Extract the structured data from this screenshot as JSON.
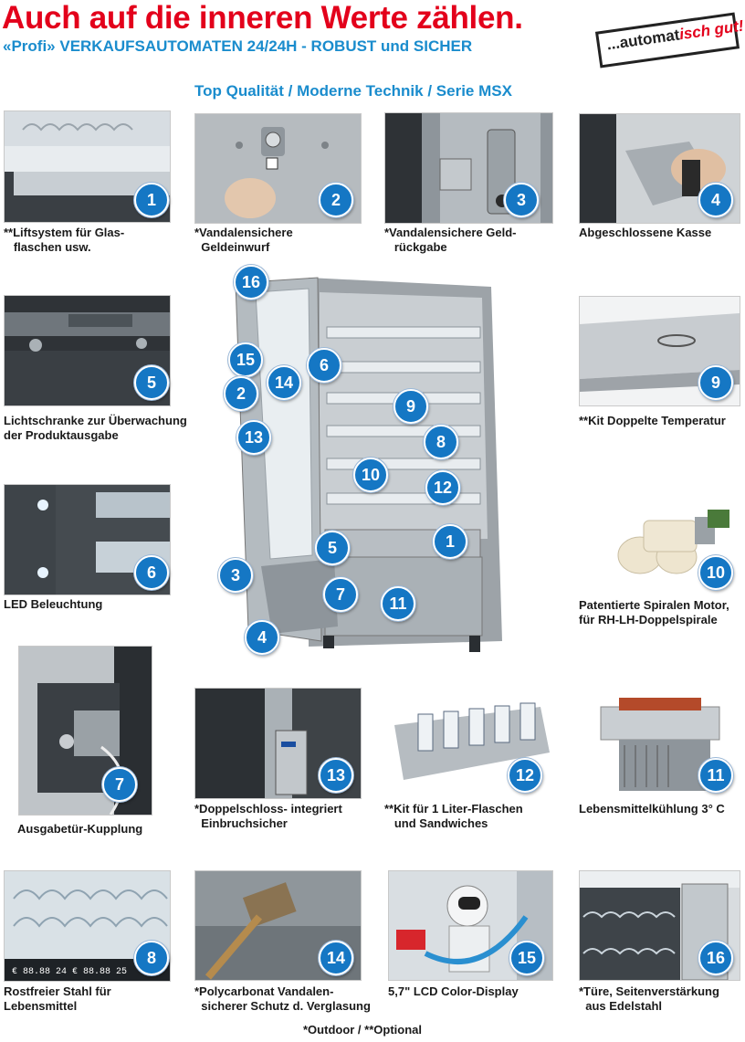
{
  "header": {
    "title": "Auch auf die inneren Werte zählen.",
    "subtitle": "«Profi» VERKAUFSAUTOMATEN 24/24H - ROBUST und SICHER",
    "tagline": "Top Qualität / Moderne Technik / Serie MSX"
  },
  "logo": {
    "prefix": "...automat",
    "suffix": "isch gut!"
  },
  "colors": {
    "brand_red": "#e3001b",
    "accent_blue": "#1a8ccd",
    "badge_blue": "#1577c4"
  },
  "features": [
    {
      "num": "1",
      "caption": "**Liftsystem für Glas-\n   flaschen usw."
    },
    {
      "num": "2",
      "caption": "*Vandalensichere\n  Geldeinwurf"
    },
    {
      "num": "3",
      "caption": "*Vandalensichere Geld-\n   rückgabe"
    },
    {
      "num": "4",
      "caption": "Abgeschlossene Kasse"
    },
    {
      "num": "5",
      "caption": "Lichtschranke zur Überwachung\nder Produktausgabe"
    },
    {
      "num": "9",
      "caption": "**Kit Doppelte Temperatur"
    },
    {
      "num": "6",
      "caption": "LED Beleuchtung"
    },
    {
      "num": "10",
      "caption": "Patentierte Spiralen Motor,\nfür RH-LH-Doppelspirale"
    },
    {
      "num": "7",
      "caption": "Ausgabetür-Kupplung"
    },
    {
      "num": "13",
      "caption": "*Doppelschloss- integriert\n  Einbruchsicher"
    },
    {
      "num": "12",
      "caption": "**Kit für 1 Liter-Flaschen\n   und Sandwiches"
    },
    {
      "num": "11",
      "caption": "Lebensmittelkühlung 3° C"
    },
    {
      "num": "8",
      "caption": "Rostfreier Stahl für\nLebensmittel"
    },
    {
      "num": "14",
      "caption": "*Polycarbonat Vandalen-\n  sicherer Schutz d. Verglasung"
    },
    {
      "num": "15",
      "caption": "5,7\" LCD Color-Display"
    },
    {
      "num": "16",
      "caption": "*Türe, Seitenverstärkung\n  aus Edelstahl"
    }
  ],
  "machine_callouts": [
    "16",
    "15",
    "14",
    "2",
    "13",
    "6",
    "9",
    "8",
    "10",
    "12",
    "5",
    "1",
    "3",
    "7",
    "11",
    "4"
  ],
  "footnote": "*Outdoor / **Optional"
}
